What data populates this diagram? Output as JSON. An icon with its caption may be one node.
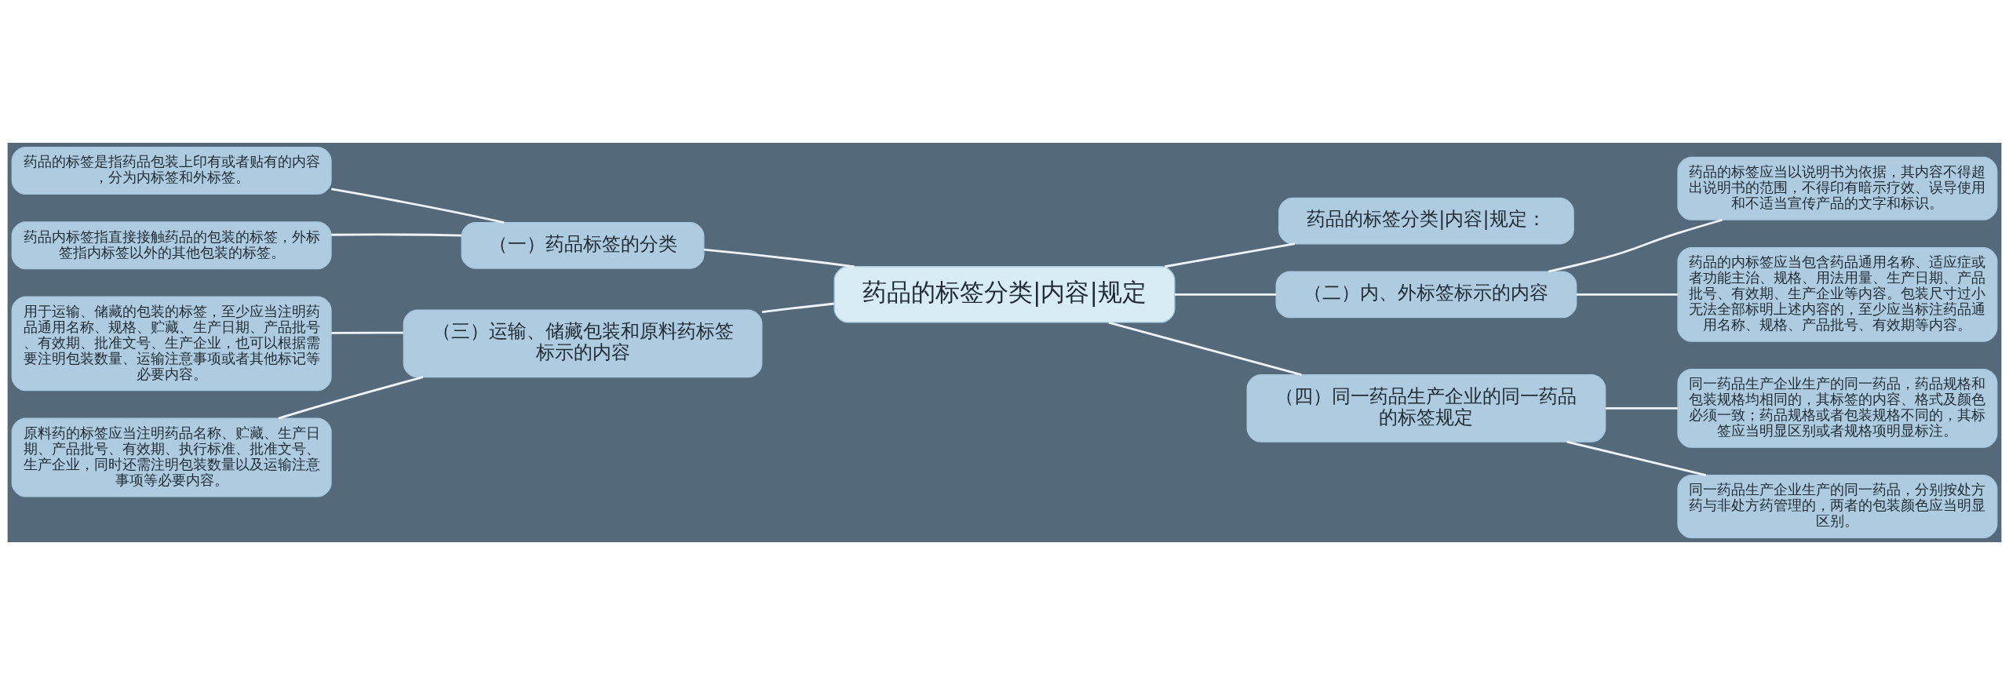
{
  "diagram": {
    "nodes": [
      {
        "text": [
          "药品的标签分类|内容|规定"
        ]
      },
      {
        "text": [
          "药品的标签分类|内容|规定："
        ]
      },
      {
        "text": [
          "（一）药品标签的分类"
        ]
      },
      {
        "text": [
          "药品的标签是指药品包装上印有或者贴有的内容，分为内标签和外标签。"
        ]
      },
      {
        "text": [
          "药品内标签指直接接触药品的包装的标签，外标签指内标签以外的其他包装的标签。"
        ]
      },
      {
        "text": [
          "（二）内、外标签标示的内容"
        ]
      },
      {
        "text": [
          "药品的标签应当以说明书为依据，其内容不得超出说明书的范围，不得印有暗示疗效、误导使用和不适当宣传产品的文字和标识。"
        ]
      },
      {
        "text": [
          "药品的内标签应当包含药品通用名称、适应症或者功能主治、规格、用法用量、生产日期、产品批号、有效期、生产企业等内容。包装尺寸过小无法全部标明上述内容的，至少应当标注药品通用名称、规格、产品批号、有效期等内容。"
        ]
      },
      {
        "text": [
          "（三）运输、储藏包装和原料药标签标示的内容"
        ]
      },
      {
        "text": [
          "用于运输、储藏的包装的标签，至少应当注明药品通用名称、规格、贮藏、生产日期、产品批号、有效期、批准文号、生产企业，也可以根据需要注明包装数量、运输注意事项或者其他标记等必要内容。"
        ]
      },
      {
        "text": [
          "原料药的标签应当注明药品名称、贮藏、生产日期、产品批号、有效期、执行标准、批准文号、生产企业，同时还需注明包装数量以及运输注意事项等必要内容。"
        ]
      },
      {
        "text": [
          "（四）同一药品生产企业的同一药品的标签规定"
        ]
      },
      {
        "text": [
          "同一药品生产企业生产的同一药品，药品规格和包装规格均相同的，其标签的内容、格式及颜色必须一致；药品规格或者包装规格不同的，其标签应当明显区别或者规格项明显标注。"
        ]
      },
      {
        "text": [
          "同一药品生产企业生产的同一药品，分别按处方药与非处方药管理的，两者的包装颜色应当明显区别。"
        ]
      }
    ],
    "edges": [
      {
        "from": 0,
        "to": 1,
        "arrow": "none"
      },
      {
        "from": 0,
        "to": 2,
        "arrow": "none"
      },
      {
        "from": 2,
        "to": 3,
        "arrow": "none"
      },
      {
        "from": 2,
        "to": 4,
        "arrow": "none"
      },
      {
        "from": 0,
        "to": 5,
        "arrow": "none"
      },
      {
        "from": 5,
        "to": 6,
        "arrow": "none"
      },
      {
        "from": 5,
        "to": 7,
        "arrow": "none"
      },
      {
        "from": 0,
        "to": 8,
        "arrow": "none"
      },
      {
        "from": 8,
        "to": 9,
        "arrow": "none"
      },
      {
        "from": 8,
        "to": 10,
        "arrow": "none"
      },
      {
        "from": 0,
        "to": 11,
        "arrow": "none"
      },
      {
        "from": 11,
        "to": 12,
        "arrow": "none"
      },
      {
        "from": 11,
        "to": 13,
        "arrow": "none"
      }
    ]
  }
}
